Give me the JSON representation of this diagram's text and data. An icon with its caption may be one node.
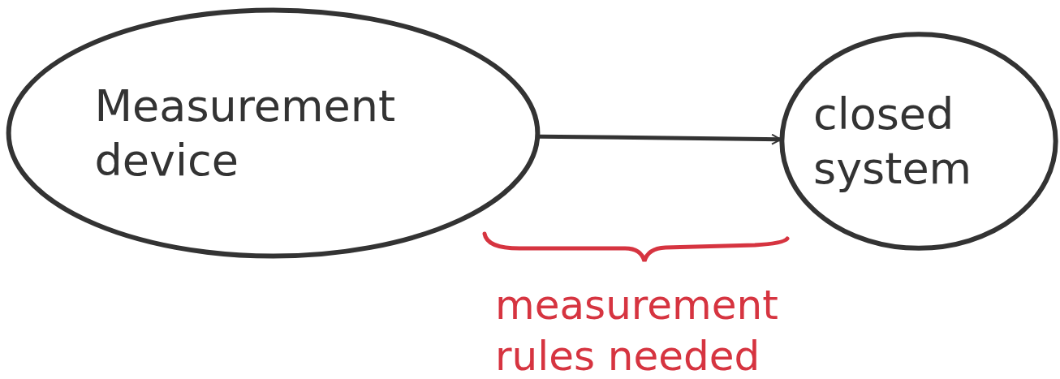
{
  "diagram": {
    "nodes": [
      {
        "text": [
          "Measurement device"
        ]
      },
      {
        "text": [
          "closed system"
        ]
      }
    ],
    "edges": [
      {
        "from": 0,
        "to": 1,
        "arrow": "to"
      }
    ],
    "labels": [
      "measurement rules needed"
    ]
  }
}
